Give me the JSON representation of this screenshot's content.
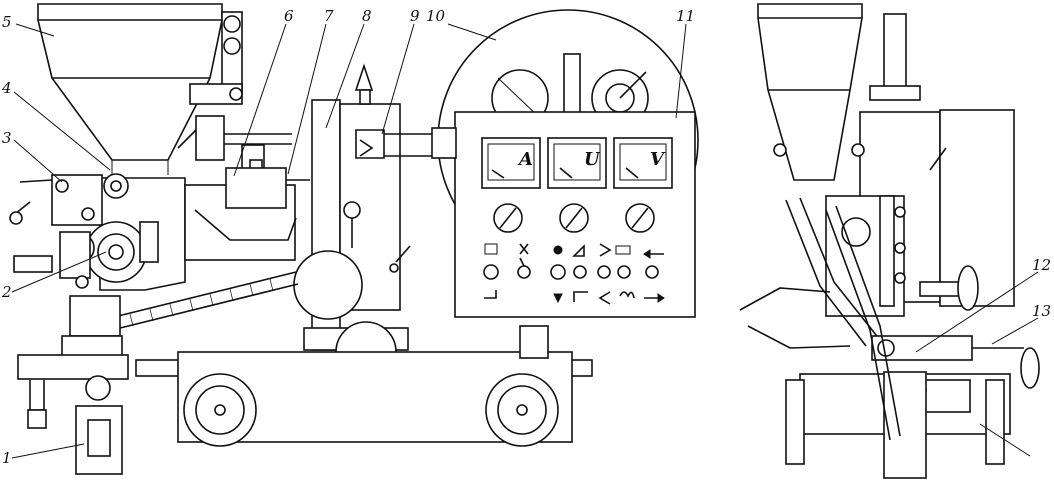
{
  "callouts": [
    {
      "id": "1",
      "label": "1"
    },
    {
      "id": "2",
      "label": "2"
    },
    {
      "id": "3",
      "label": "3"
    },
    {
      "id": "4",
      "label": "4"
    },
    {
      "id": "5",
      "label": "5"
    },
    {
      "id": "6",
      "label": "6"
    },
    {
      "id": "7",
      "label": "7"
    },
    {
      "id": "8",
      "label": "8"
    },
    {
      "id": "9",
      "label": "9"
    },
    {
      "id": "10",
      "label": "10"
    },
    {
      "id": "11",
      "label": "11"
    },
    {
      "id": "12",
      "label": "12"
    },
    {
      "id": "13",
      "label": "13"
    }
  ],
  "meters": [
    {
      "id": "ammeter",
      "label": "A"
    },
    {
      "id": "voltmeter-u",
      "label": "U"
    },
    {
      "id": "voltmeter-v",
      "label": "V"
    }
  ],
  "panel_icons": {
    "row1": [
      "current-source-icon",
      "feed-icon",
      "torch-icon",
      "direction-forward-icon",
      "contactor-icon",
      "arrow-left-icon"
    ],
    "row2": [
      "circle-switch-icon",
      "toggle-switch",
      "toggle-switch",
      "toggle-switch",
      "toggle-switch",
      "toggle-switch"
    ],
    "row3": [
      "step-icon",
      "down-arrow-icon",
      "step-down-icon",
      "direction-back-icon",
      "hand-icon",
      "arrow-right-icon"
    ]
  }
}
